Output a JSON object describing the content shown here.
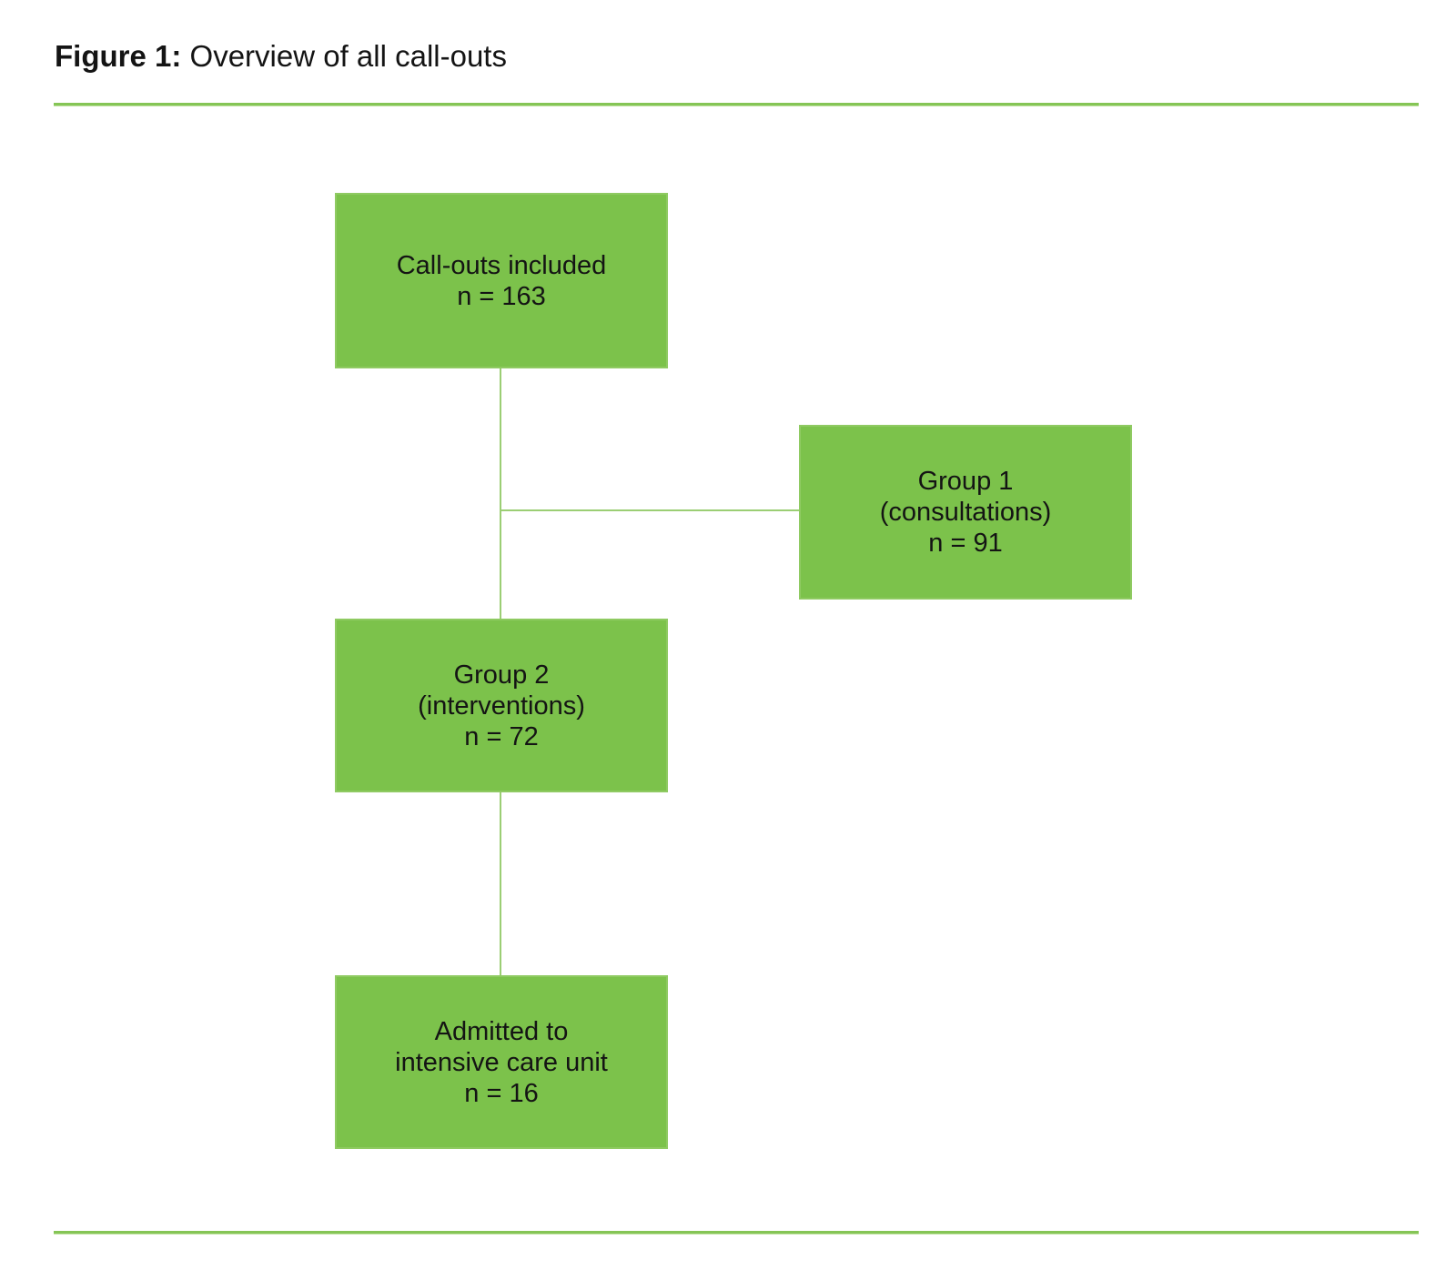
{
  "figure": {
    "label": "Figure 1:",
    "title": " Overview of all call-outs"
  },
  "colors": {
    "box_fill": "#7cc24b",
    "box_border": "#8fca62",
    "connector": "#9bce74",
    "divider": "#85c556",
    "text": "#141414"
  },
  "nodes": [
    {
      "id": "callouts",
      "lines": [
        "Call-outs included",
        "n = 163"
      ]
    },
    {
      "id": "group1",
      "lines": [
        "Group 1",
        "(consultations)",
        "n = 91"
      ]
    },
    {
      "id": "group2",
      "lines": [
        "Group 2",
        "(interventions)",
        "n = 72"
      ]
    },
    {
      "id": "icu",
      "lines": [
        "Admitted to",
        "intensive care unit",
        "n = 16"
      ]
    }
  ]
}
